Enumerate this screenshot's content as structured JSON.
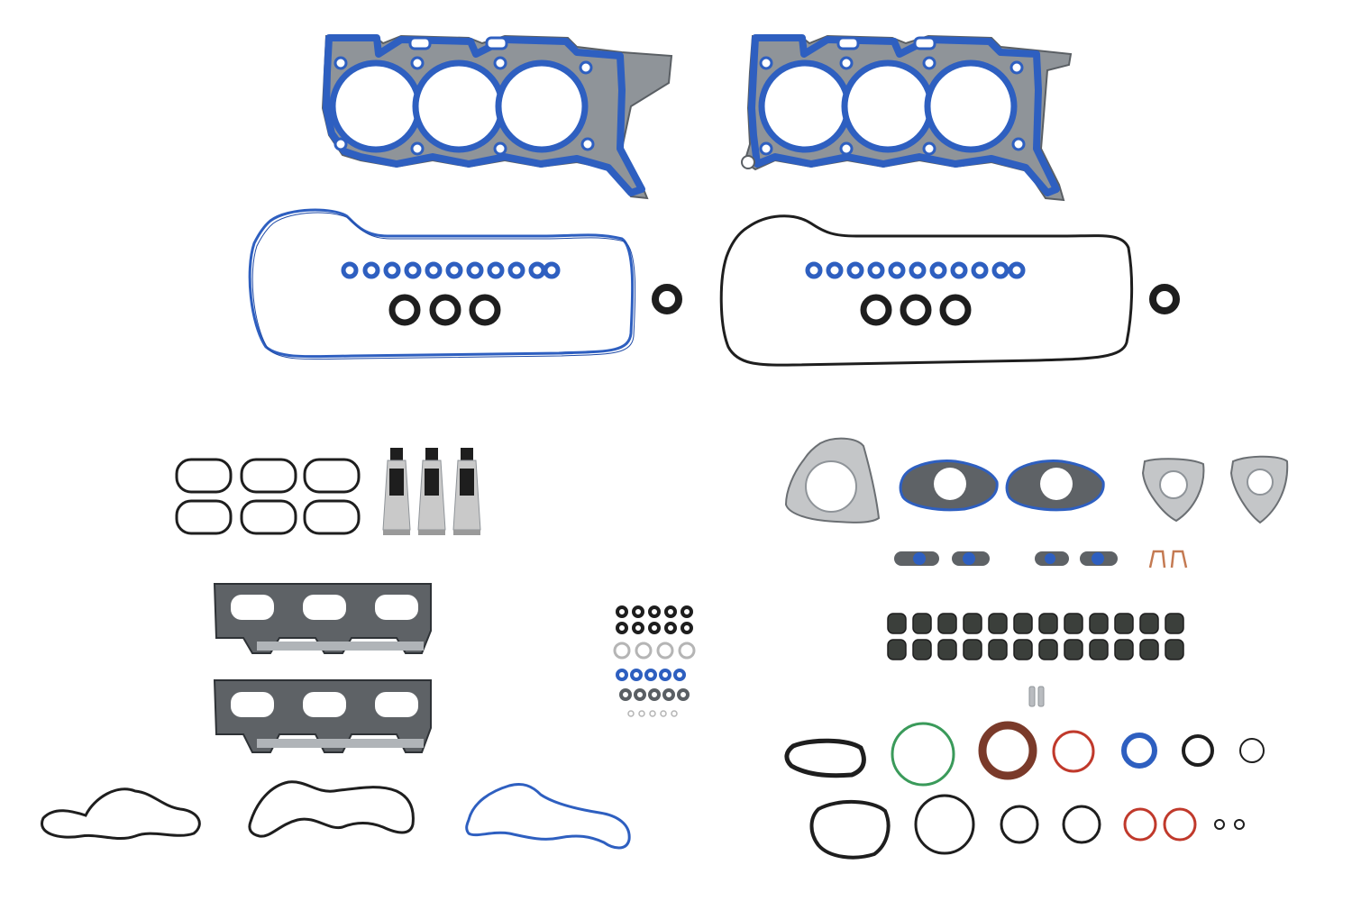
{
  "image": {
    "background": "#ffffff",
    "colors": {
      "blue": "#2e5fc0",
      "blue_dark": "#1f4aa6",
      "steel": "#8f9499",
      "steel_dark": "#5a5f64",
      "black": "#1e1e1e",
      "green": "#3a9a5a",
      "red": "#c0392b",
      "brown": "#7a3a2a",
      "copper": "#c47a52",
      "tube_silver": "#c9c9c9"
    },
    "parts": [
      "head-gasket-left",
      "head-gasket-right",
      "valve-cover-gasket-left",
      "valve-cover-gasket-right",
      "spark-plug-tube-seals",
      "intake-manifold-gaskets",
      "sealant-tubes",
      "exhaust-manifold-gaskets",
      "small-o-ring-set",
      "water-pump-gaskets",
      "turbo-flange-gaskets",
      "oil-line-gaskets",
      "valve-stem-seals",
      "assorted-o-rings"
    ]
  }
}
